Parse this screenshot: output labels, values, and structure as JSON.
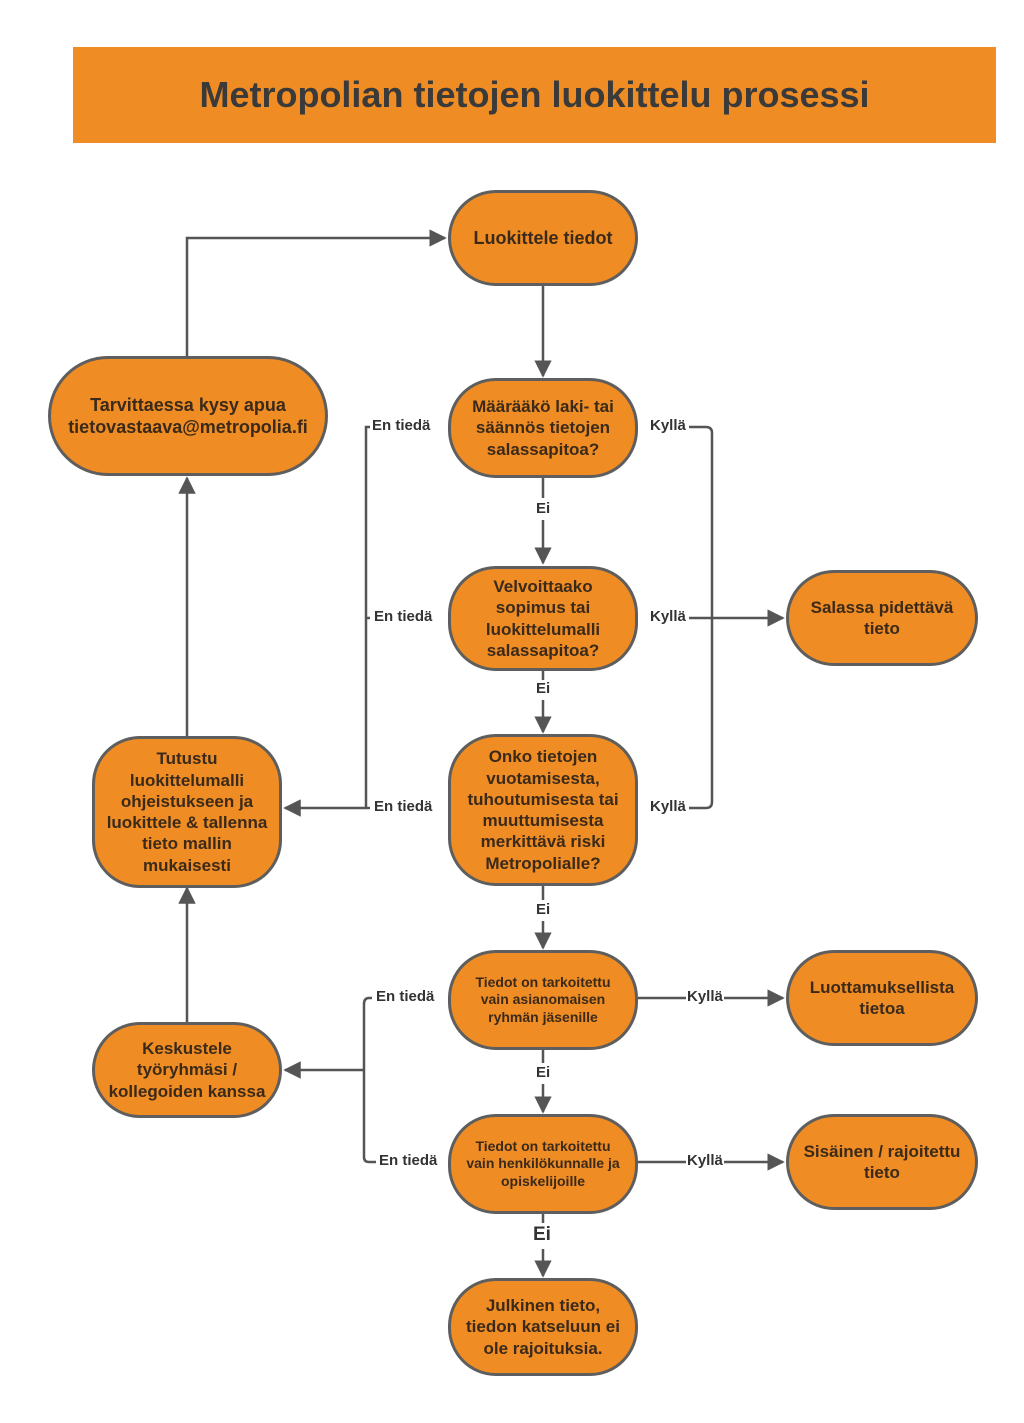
{
  "title": "Metropolian tietojen luokittelu prosessi",
  "colors": {
    "node_fill": "#ef8c23",
    "node_border": "#5e5e5e",
    "line": "#555555"
  },
  "nodes": {
    "classify": "Luokittele tiedot",
    "ask_help": "Tarvittaessa kysy apua\ntietovastaava@metropolia.fi",
    "q_law": "Määrääkö laki- tai\nsäännös tietojen\nsalassapitoa?",
    "q_contract": "Velvoittaako\nsopimus tai\nluokittelumalli\nsalassapitoa?",
    "q_risk": "Onko tietojen\nvuotamisesta,\ntuhoutumisesta tai\nmuuttumisesta\nmerkittävä riski\nMetropolialle?",
    "study_model": "Tutustu\nluokittelumalli\nohjeistukseen ja\nluokittele & tallenna\ntieto mallin\nmukaisesti",
    "secret": "Salassa pidettävä\ntieto",
    "q_group": "Tiedot on tarkoitettu\nvain asianomaisen\nryhmän jäsenille",
    "confidential": "Luottamuksellista\ntietoa",
    "discuss": "Keskustele\ntyöryhmäsi /\nkollegoiden kanssa",
    "q_staff": "Tiedot on tarkoitettu\nvain henkilökunnalle ja\nopiskelijoille",
    "internal": "Sisäinen / rajoitettu\ntieto",
    "public": "Julkinen tieto,\ntiedon katseluun ei\nole rajoituksia."
  },
  "labels": {
    "en_tieda": "En tiedä",
    "kylla": "Kyllä",
    "ei": "Ei"
  }
}
